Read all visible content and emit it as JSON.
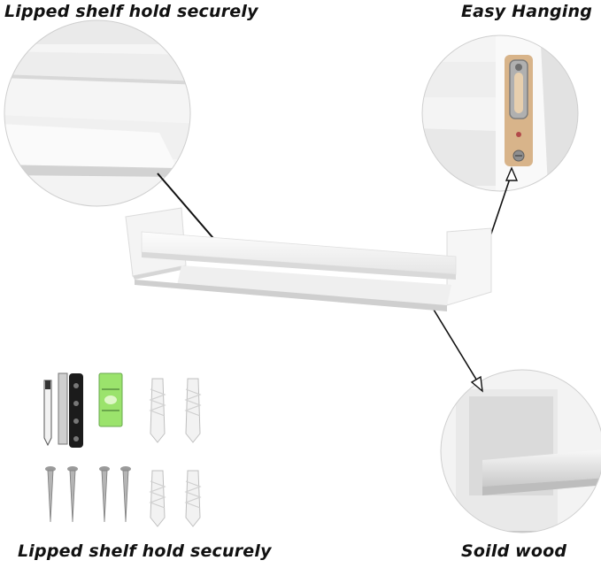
{
  "captions": {
    "top_left": "Lipped shelf hold securely",
    "top_right": "Easy Hanging",
    "bottom_left": "Lipped shelf hold securely",
    "bottom_right": "Soild wood"
  },
  "colors": {
    "shelf_white": "#f7f7f7",
    "shelf_shadow": "#d9d9d9",
    "wood_tan": "#d8b48a",
    "level_green": "#9be36c",
    "hardware_gray": "#9a9a9a"
  }
}
